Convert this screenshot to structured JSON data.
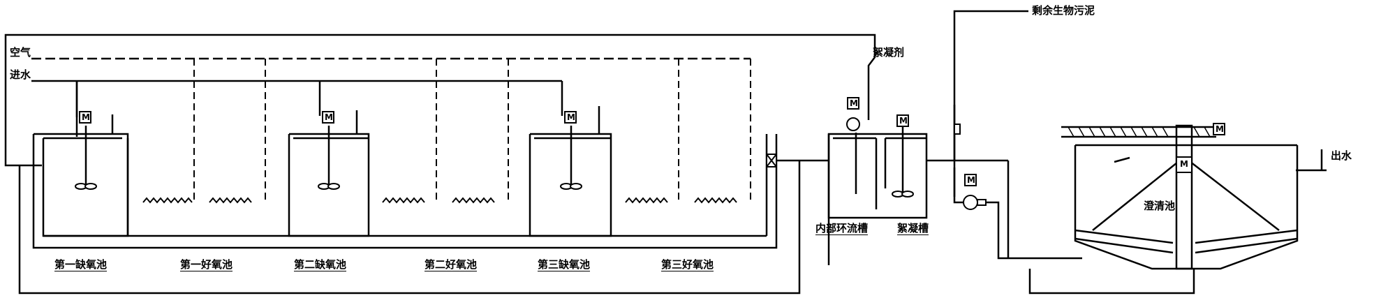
{
  "lines": {
    "air": "空气",
    "inlet": "进水",
    "flocculant": "絮凝剂",
    "excess_sludge": "剩余生物污泥",
    "outlet": "出水"
  },
  "tanks": {
    "anoxic_1": "第一缺氧池",
    "aerobic_1": "第一好氧池",
    "anoxic_2": "第二缺氧池",
    "aerobic_2": "第二好氧池",
    "anoxic_3": "第三缺氧池",
    "aerobic_3": "第三好氧池",
    "internal_recirc": "内部环流槽",
    "coagulation": "絮凝槽",
    "clarifier": "澄清池"
  },
  "symbols": {
    "motor": "M"
  },
  "colors": {
    "line": "#000000",
    "background": "#ffffff"
  }
}
